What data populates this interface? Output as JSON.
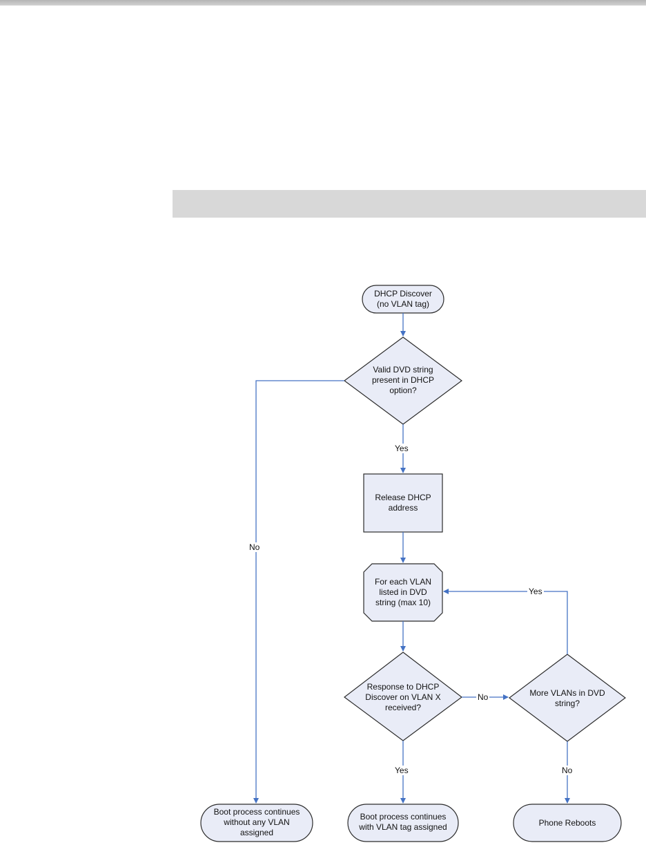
{
  "colors": {
    "node_fill": "#e9ecf7",
    "node_stroke": "#2b2b2b",
    "edge": "#4472c4",
    "band": "#d8d8d8",
    "top_rule": "#c0c0c0"
  },
  "nodes": {
    "start": {
      "label": "DHCP Discover\n(no VLAN tag)",
      "shape": "terminator"
    },
    "valid_dvd": {
      "label": "Valid DVD string\npresent in DHCP\noption?",
      "shape": "decision"
    },
    "release": {
      "label": "Release DHCP\naddress",
      "shape": "process"
    },
    "loop": {
      "label": "For each VLAN\nlisted in DVD\nstring (max 10)",
      "shape": "loop-limit"
    },
    "response": {
      "label": "Response to DHCP\nDiscover on VLAN X\nreceived?",
      "shape": "decision"
    },
    "more_vlans": {
      "label": "More VLANs in DVD\nstring?",
      "shape": "decision"
    },
    "end_no_vlan": {
      "label": "Boot process continues\nwithout any VLAN\nassigned",
      "shape": "terminator"
    },
    "end_vlan": {
      "label": "Boot process continues\nwith VLAN tag assigned",
      "shape": "terminator"
    },
    "reboot": {
      "label": "Phone Reboots",
      "shape": "terminator"
    }
  },
  "edges": {
    "valid_yes": "Yes",
    "valid_no": "No",
    "response_yes": "Yes",
    "response_no": "No",
    "more_yes": "Yes",
    "more_no": "No"
  }
}
